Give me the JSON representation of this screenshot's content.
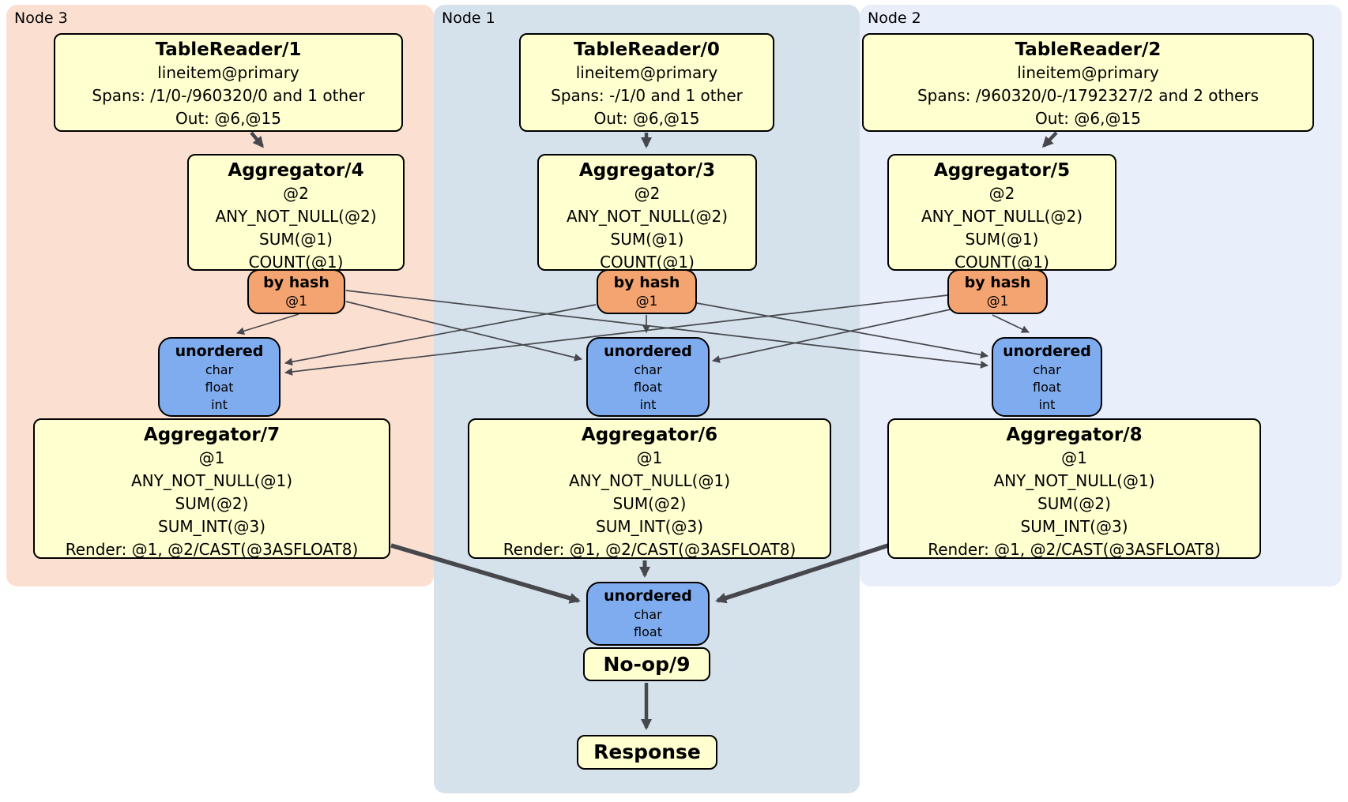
{
  "regions": {
    "node3": {
      "label": "Node 3"
    },
    "node1": {
      "label": "Node 1"
    },
    "node2": {
      "label": "Node 2"
    }
  },
  "boxes": {
    "tr1": {
      "title": "TableReader/1",
      "lines": [
        "lineitem@primary",
        "Spans: /1/0-/960320/0 and 1 other",
        "Out: @6,@15"
      ]
    },
    "tr0": {
      "title": "TableReader/0",
      "lines": [
        "lineitem@primary",
        "Spans: -/1/0 and 1 other",
        "Out: @6,@15"
      ]
    },
    "tr2": {
      "title": "TableReader/2",
      "lines": [
        "lineitem@primary",
        "Spans: /960320/0-/1792327/2 and 2 others",
        "Out: @6,@15"
      ]
    },
    "agg4": {
      "title": "Aggregator/4",
      "lines": [
        "@2",
        "ANY_NOT_NULL(@2)",
        "SUM(@1)",
        "COUNT(@1)"
      ]
    },
    "agg3": {
      "title": "Aggregator/3",
      "lines": [
        "@2",
        "ANY_NOT_NULL(@2)",
        "SUM(@1)",
        "COUNT(@1)"
      ]
    },
    "agg5": {
      "title": "Aggregator/5",
      "lines": [
        "@2",
        "ANY_NOT_NULL(@2)",
        "SUM(@1)",
        "COUNT(@1)"
      ]
    },
    "hash3": {
      "title": "by hash",
      "lines": [
        "@1"
      ]
    },
    "hash1": {
      "title": "by hash",
      "lines": [
        "@1"
      ]
    },
    "hash2": {
      "title": "by hash",
      "lines": [
        "@1"
      ]
    },
    "sync3": {
      "title": "unordered",
      "lines": [
        "char",
        "float",
        "int"
      ]
    },
    "sync1": {
      "title": "unordered",
      "lines": [
        "char",
        "float",
        "int"
      ]
    },
    "sync2": {
      "title": "unordered",
      "lines": [
        "char",
        "float",
        "int"
      ]
    },
    "agg7": {
      "title": "Aggregator/7",
      "lines": [
        "@1",
        "ANY_NOT_NULL(@1)",
        "SUM(@2)",
        "SUM_INT(@3)",
        "Render: @1, @2/CAST(@3ASFLOAT8)"
      ]
    },
    "agg6": {
      "title": "Aggregator/6",
      "lines": [
        "@1",
        "ANY_NOT_NULL(@1)",
        "SUM(@2)",
        "SUM_INT(@3)",
        "Render: @1, @2/CAST(@3ASFLOAT8)"
      ]
    },
    "agg8": {
      "title": "Aggregator/8",
      "lines": [
        "@1",
        "ANY_NOT_NULL(@1)",
        "SUM(@2)",
        "SUM_INT(@3)",
        "Render: @1, @2/CAST(@3ASFLOAT8)"
      ]
    },
    "syncfinal": {
      "title": "unordered",
      "lines": [
        "char",
        "float"
      ]
    },
    "noop": {
      "title": "No-op/9"
    },
    "response": {
      "title": "Response"
    }
  },
  "colors": {
    "node3_bg": "#fbe0d2",
    "node1_bg": "#d5e2ec",
    "node2_bg": "#e9effa",
    "processor_bg": "#ffffd0",
    "hash_router_bg": "#f4a470",
    "sync_bg": "#7fabef",
    "box_border": "#000000",
    "edge": "#47484d"
  }
}
